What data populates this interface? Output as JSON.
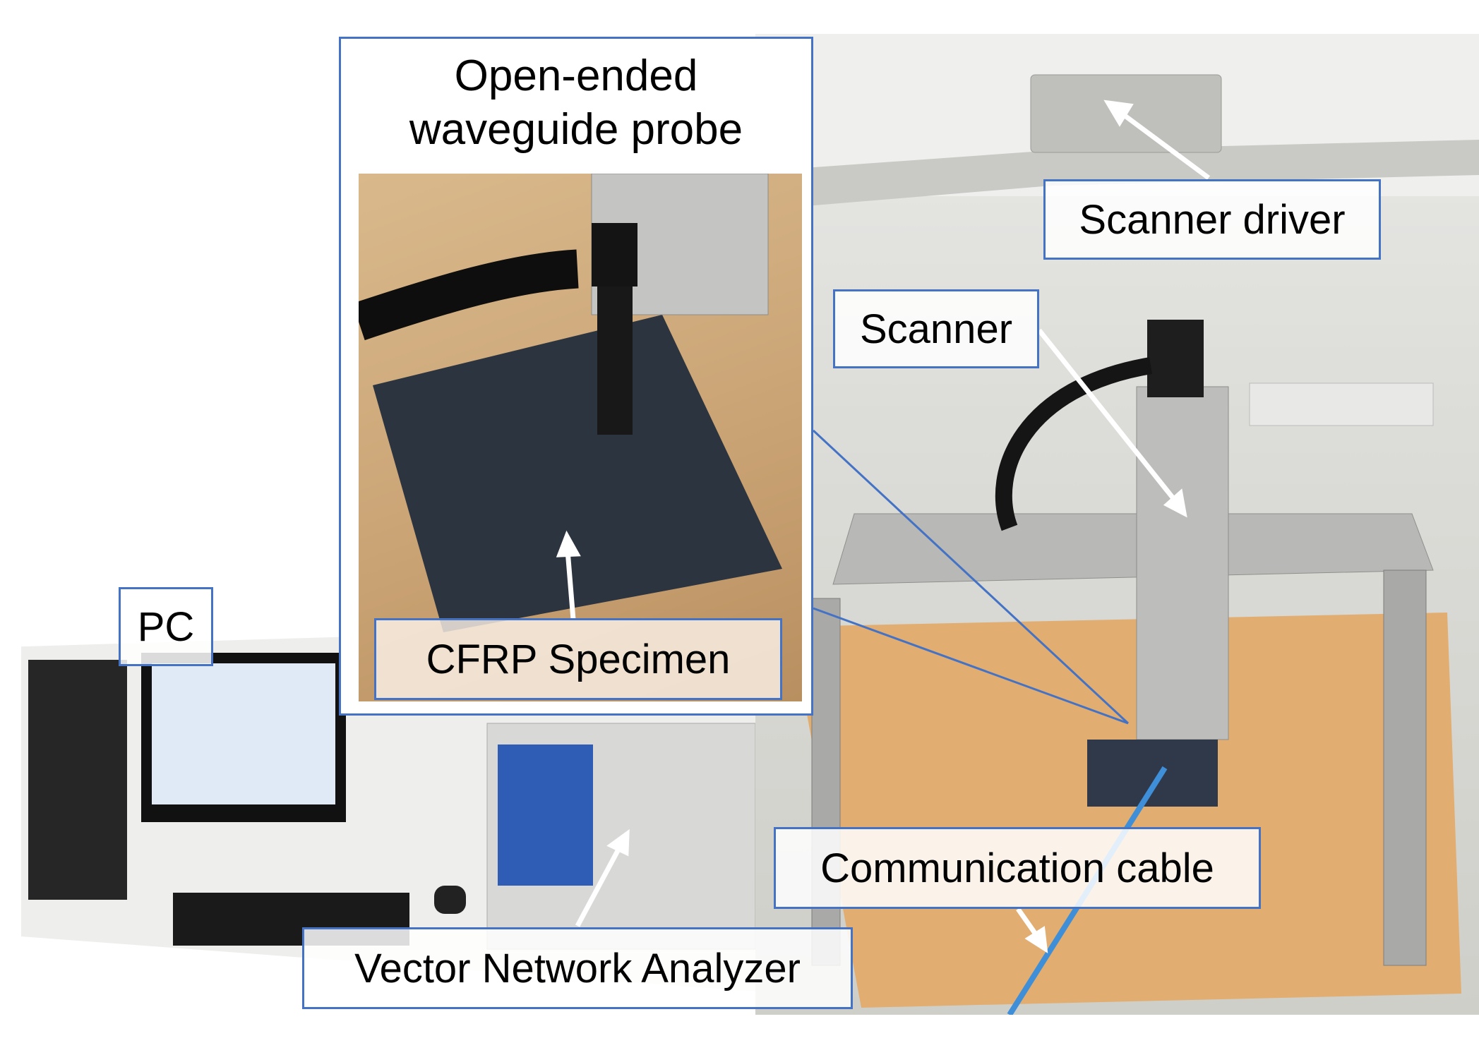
{
  "labels": {
    "probe_title_line1": "Open-ended",
    "probe_title_line2": "waveguide probe",
    "cfrp_specimen": "CFRP Specimen",
    "scanner_driver": "Scanner driver",
    "scanner": "Scanner",
    "pc": "PC",
    "vector_network_analyzer": "Vector Network Analyzer",
    "communication_cable": "Communication cable"
  },
  "colors": {
    "frame_blue": "#4472c4",
    "arrow_white": "#ffffff"
  }
}
